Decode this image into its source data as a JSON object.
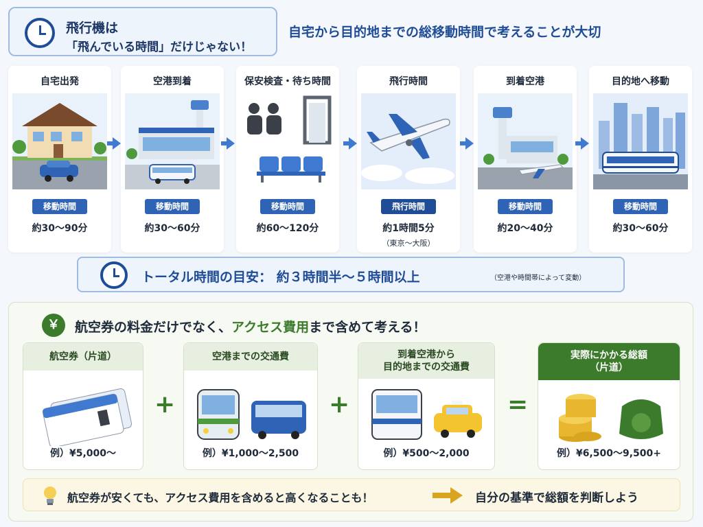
{
  "header": {
    "title_line1": "飛行機は",
    "title_line2": "「飛んでいる時間」だけじゃない！",
    "subtitle": "自宅から目的地までの総移動時間で考えることが大切"
  },
  "steps": [
    {
      "title": "自宅出発",
      "badge": "移動時間",
      "time": "約30〜90分",
      "note": ""
    },
    {
      "title": "空港到着",
      "badge": "移動時間",
      "time": "約30〜60分",
      "note": ""
    },
    {
      "title": "保安検査・待ち時間",
      "badge": "移動時間",
      "time": "約60〜120分",
      "note": ""
    },
    {
      "title": "飛行時間",
      "badge": "飛行時間",
      "time": "約1時間5分",
      "note": "（東京〜大阪）"
    },
    {
      "title": "到着空港",
      "badge": "移動時間",
      "time": "約20〜40分",
      "note": ""
    },
    {
      "title": "目的地へ移動",
      "badge": "移動時間",
      "time": "約30〜60分",
      "note": ""
    }
  ],
  "total": {
    "main": "トータル時間の目安：  約３時間半〜５時間以上",
    "note": "（空港や時間帯によって変動）"
  },
  "cost": {
    "yen_symbol": "￥",
    "heading_pre": "航空券の料金だけでなく、",
    "heading_accent": "アクセス費用",
    "heading_post": "まで含めて考える！",
    "cards": [
      {
        "title": "航空券（片道）",
        "example": "例）¥5,000〜"
      },
      {
        "title": "空港までの交通費",
        "example": "例）¥1,000〜2,500"
      },
      {
        "title": "到着空港から\n目的地までの交通費",
        "title_line1": "到着空港から",
        "title_line2": "目的地までの交通費",
        "example": "例）¥500〜2,000"
      },
      {
        "title_line1": "実際にかかる総額",
        "title_line2": "（片道）",
        "example": "例）¥6,500〜9,500+"
      }
    ],
    "plus": "+",
    "equals": "="
  },
  "tip": {
    "text": "航空券が安くても、アクセス費用を含めると高くなることも！",
    "conclusion": "自分の基準で総額を判断しよう"
  },
  "colors": {
    "primary_blue": "#1f4c96",
    "accent_green": "#3c7a2c",
    "tip_yellow": "#fbf7e4"
  }
}
